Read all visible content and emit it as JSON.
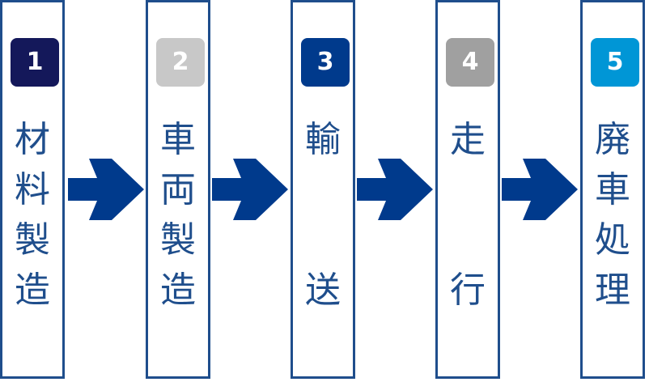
{
  "colors": {
    "border": "#1f4e8c",
    "text": "#1f4e8c",
    "arrow": "#003a8c"
  },
  "stages": [
    {
      "number": "1",
      "badge_color": "#14185a",
      "chars": [
        "材",
        "料",
        "製",
        "造"
      ]
    },
    {
      "number": "2",
      "badge_color": "#c8c8c8",
      "chars": [
        "車",
        "両",
        "製",
        "造"
      ]
    },
    {
      "number": "3",
      "badge_color": "#003a8c",
      "chars": [
        "輸",
        "送"
      ]
    },
    {
      "number": "4",
      "badge_color": "#a0a0a0",
      "chars": [
        "走",
        "行"
      ]
    },
    {
      "number": "5",
      "badge_color": "#0096d6",
      "chars": [
        "廃",
        "車",
        "処",
        "理"
      ]
    }
  ],
  "arrows": [
    "arrow-1-2",
    "arrow-2-3",
    "arrow-3-4",
    "arrow-4-5"
  ]
}
